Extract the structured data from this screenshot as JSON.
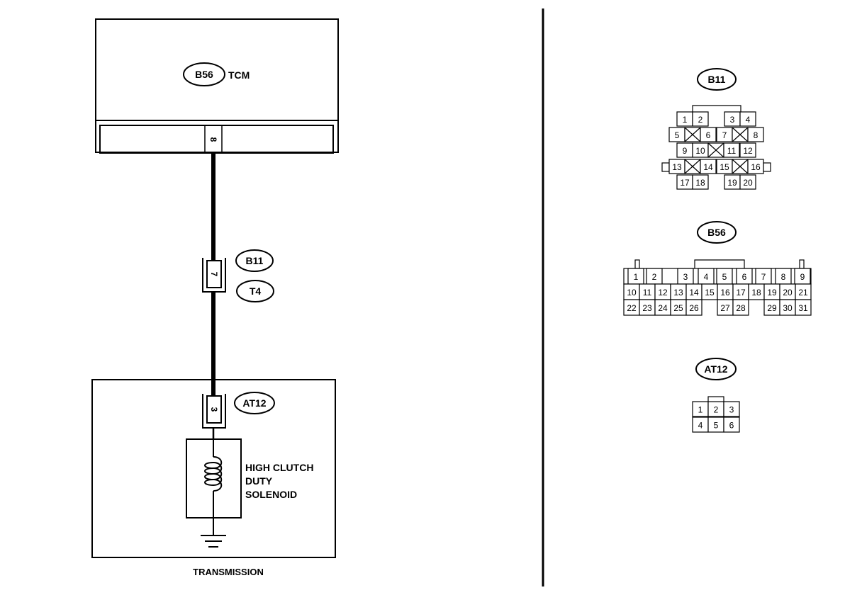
{
  "tcm": {
    "code": "B56",
    "label": "TCM",
    "pin": "8"
  },
  "inline_connector": {
    "pin": "7",
    "codes": [
      "B11",
      "T4"
    ]
  },
  "transmission": {
    "connector_code": "AT12",
    "pin": "3",
    "solenoid_lines": [
      "HIGH CLUTCH",
      "DUTY",
      "SOLENOID"
    ],
    "caption": "TRANSMISSION"
  },
  "connector_views": {
    "b11": {
      "code": "B11",
      "rows": [
        [
          "1",
          "2",
          "3",
          "4"
        ],
        [
          "5",
          "6",
          "7",
          "8"
        ],
        [
          "9",
          "10",
          "11",
          "12"
        ],
        [
          "13",
          "14",
          "15",
          "16"
        ],
        [
          "17",
          "18",
          "19",
          "20"
        ]
      ]
    },
    "b56": {
      "code": "B56",
      "rows": [
        [
          "1",
          "2",
          "3",
          "4",
          "5",
          "6",
          "7",
          "8",
          "9"
        ],
        [
          "10",
          "11",
          "12",
          "13",
          "14",
          "15",
          "16",
          "17",
          "18",
          "19",
          "20",
          "21"
        ],
        [
          "22",
          "23",
          "24",
          "25",
          "26",
          "27",
          "28",
          "29",
          "30",
          "31"
        ]
      ]
    },
    "at12": {
      "code": "AT12",
      "rows": [
        [
          "1",
          "2",
          "3"
        ],
        [
          "4",
          "5",
          "6"
        ]
      ]
    }
  }
}
